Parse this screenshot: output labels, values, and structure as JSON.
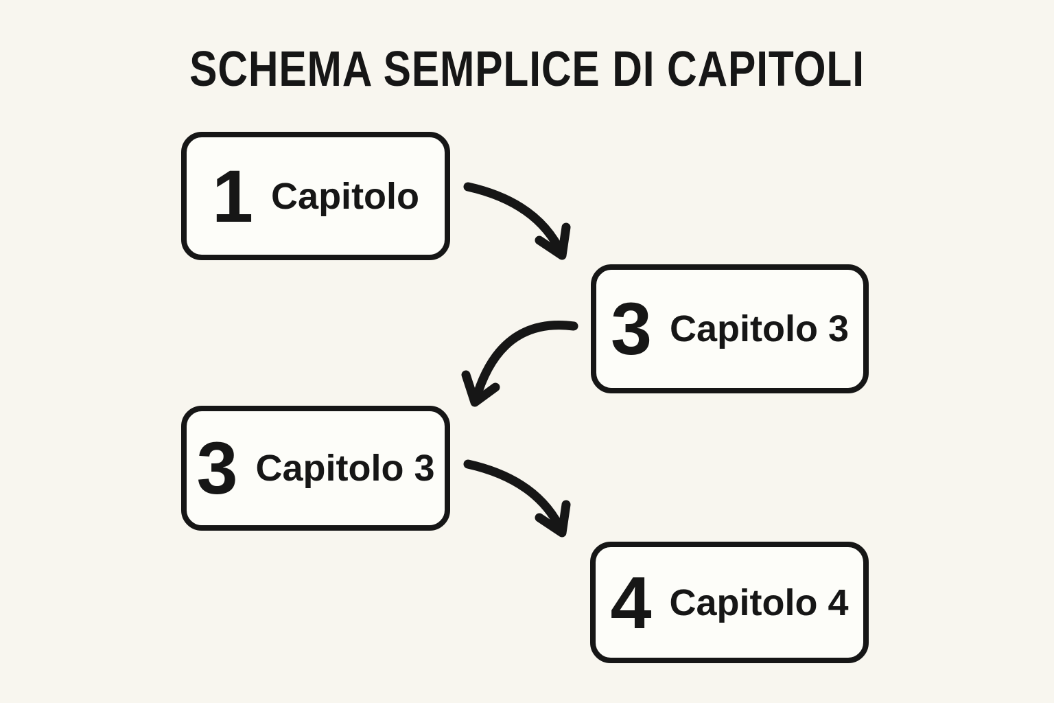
{
  "page": {
    "title": "SCHEMA SEMPLICE DI CAPITOLI",
    "background_color": "#f8f6ef",
    "ink_color": "#161616",
    "node_fill_color": "#fdfdf9"
  },
  "diagram": {
    "type": "flowchart",
    "nodes": [
      {
        "id": "capitolo-1",
        "number": "1",
        "label": "Capitolo"
      },
      {
        "id": "capitolo-3a",
        "number": "3",
        "label": "Capitolo 3"
      },
      {
        "id": "capitolo-3b",
        "number": "3",
        "label": "Capitolo 3"
      },
      {
        "id": "capitolo-4",
        "number": "4",
        "label": "Capitolo 4"
      }
    ],
    "edges": [
      {
        "from": "capitolo-1",
        "to": "capitolo-3a",
        "style": "curved-arrow"
      },
      {
        "from": "capitolo-3a",
        "to": "capitolo-3b",
        "style": "curved-arrow"
      },
      {
        "from": "capitolo-3b",
        "to": "capitolo-4",
        "style": "curved-arrow"
      }
    ]
  }
}
